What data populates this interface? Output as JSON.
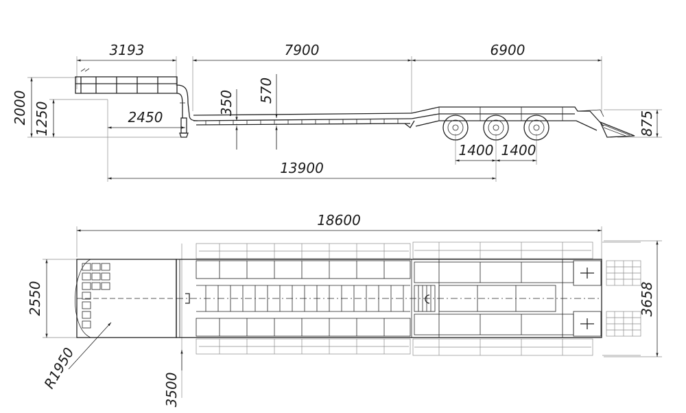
{
  "drawing": {
    "side_view": {
      "dims": {
        "gooseneck_length": "3193",
        "deck_length": "7900",
        "rear_length": "6900",
        "height_total": "2000",
        "height_neck": "1250",
        "neck_to_leg": "2450",
        "deck_height": "350",
        "rear_deck_height": "570",
        "kingpin_to_axle": "13900",
        "axle_spacing_1": "1400",
        "axle_spacing_2": "1400",
        "rear_height": "875"
      }
    },
    "plan_view": {
      "dims": {
        "overall_length": "18600",
        "neck_width": "2550",
        "turn_radius": "R1950",
        "width_with_outriggers": "3658",
        "width_main": "3500"
      }
    }
  }
}
